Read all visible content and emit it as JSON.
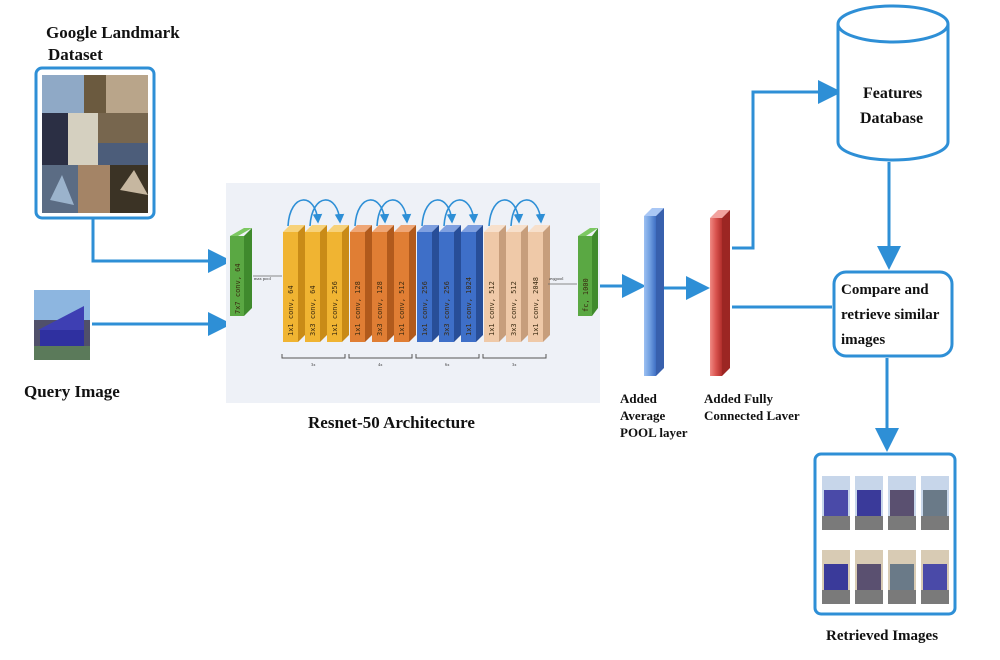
{
  "labels": {
    "dataset_line1": "Google Landmark",
    "dataset_line2": "Dataset",
    "query_image": "Query Image",
    "architecture": "Resnet-50 Architecture",
    "avgpool_line1": "Added",
    "avgpool_line2": "Average",
    "avgpool_line3": "POOL layer",
    "fc_line1": "Added Fully",
    "fc_line2": "Connected Laver",
    "db_line1": "Features",
    "db_line2": "Database",
    "compare_line1": "Compare and",
    "compare_line2": "retrieve similar",
    "compare_line3": "images",
    "retrieved": "Retrieved Images"
  },
  "resnet": {
    "conv1": "7x7 conv, 64",
    "maxpool": "max pool",
    "avgpool": "avgpool",
    "fc": "fc, 1000",
    "stage1": [
      "1x1 conv, 64",
      "3x3 conv, 64",
      "1x1 conv, 256"
    ],
    "stage2": [
      "1x1 conv, 128",
      "3x3 conv, 128",
      "1x1 conv, 512"
    ],
    "stage3": [
      "1x1 conv, 256",
      "3x3 conv, 256",
      "1x1 conv, 1024"
    ],
    "stage4": [
      "1x1 conv, 512",
      "3x3 conv, 512",
      "1x1 conv, 2048"
    ],
    "repeat1": "3x",
    "repeat2": "4x",
    "repeat3": "6x",
    "repeat4": "3x"
  },
  "colors": {
    "accent_blue": "#2e8fd6",
    "stage1": "#f0b432",
    "stage2": "#e07e34",
    "stage3": "#3e6fc8",
    "stage4": "#efc9a8",
    "green": "#5aa843",
    "pool_layer": "#6f9ee0",
    "fc_layer": "#d9534f"
  }
}
